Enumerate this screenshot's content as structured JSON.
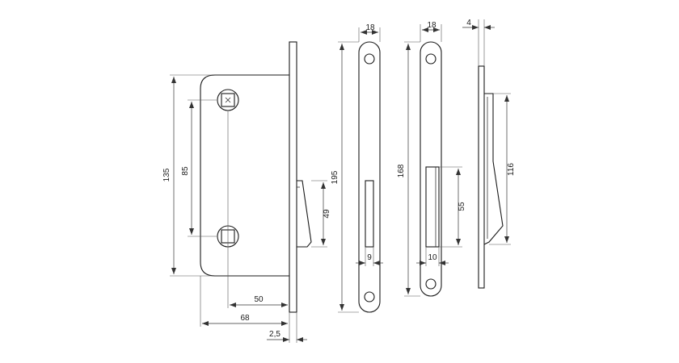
{
  "dimensions": {
    "lock_height": "135",
    "spindle_to_cylinder": "85",
    "backset": "50",
    "case_depth": "68",
    "faceplate_thickness": "2,5",
    "latch_height": "49",
    "faceplate_length": "195",
    "faceplate_width": "18",
    "latch_slot_width": "9",
    "strike_width": "18",
    "strike_length": "168",
    "strike_opening_height": "55",
    "strike_opening_width": "10",
    "side_thickness": "4",
    "side_height": "116"
  }
}
